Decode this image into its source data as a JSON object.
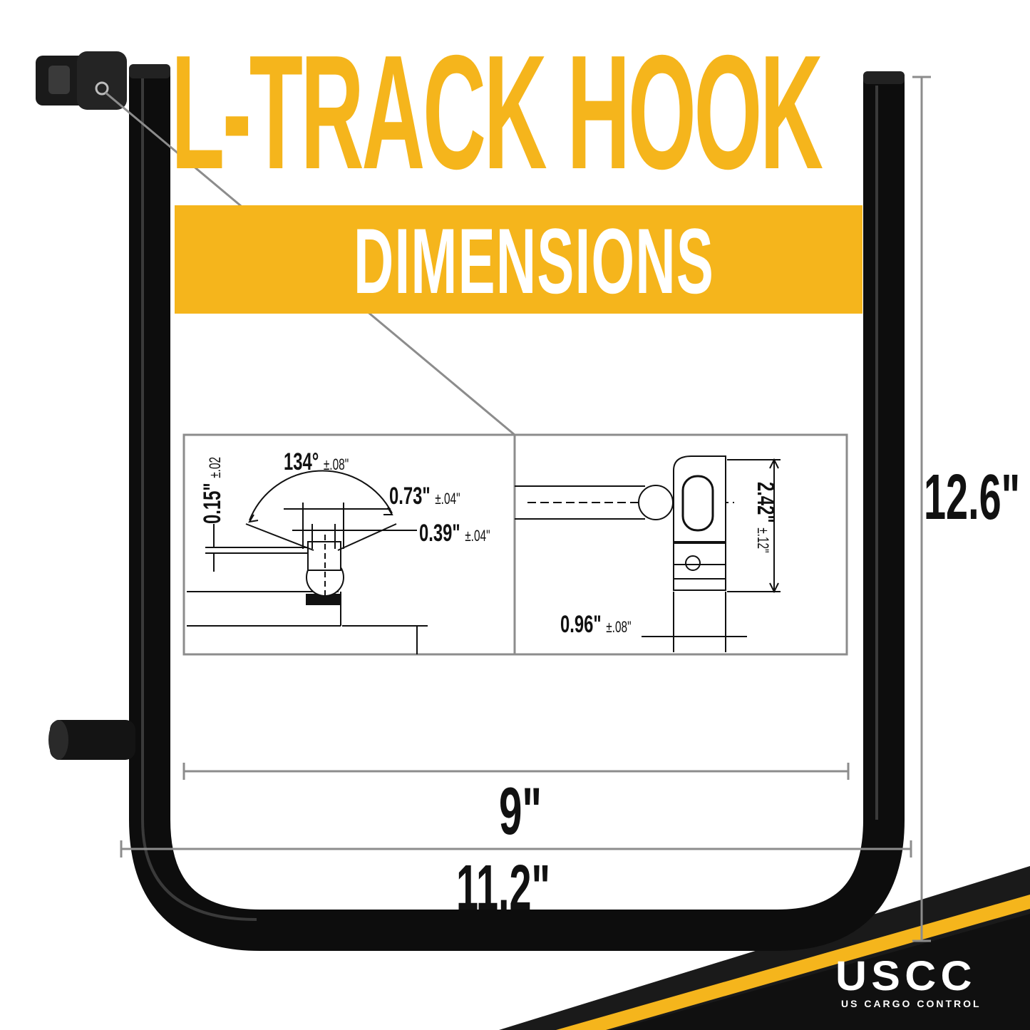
{
  "title": {
    "main": "L-TRACK HOOK",
    "sub": "DIMENSIONS"
  },
  "dimensions": {
    "height": "12.6\"",
    "inner_width": "9\"",
    "outer_width": "11.2\""
  },
  "detail_left": {
    "thickness_value": "0.15\"",
    "thickness_tol": "±.02",
    "angle_value": "134°",
    "angle_tol": "±.08\"",
    "width_a_value": "0.73\"",
    "width_a_tol": "±.04\"",
    "width_b_value": "0.39\"",
    "width_b_tol": "±.04\""
  },
  "detail_right": {
    "height_value": "2.42\"",
    "height_tol": "±.12\"",
    "depth_value": "0.96\"",
    "depth_tol": "±.08\""
  },
  "brand": {
    "logo": "USCC",
    "name": "US CARGO CONTROL"
  },
  "colors": {
    "accent": "#F5B51C",
    "dark": "#111111",
    "gray": "#8c8c8c"
  }
}
